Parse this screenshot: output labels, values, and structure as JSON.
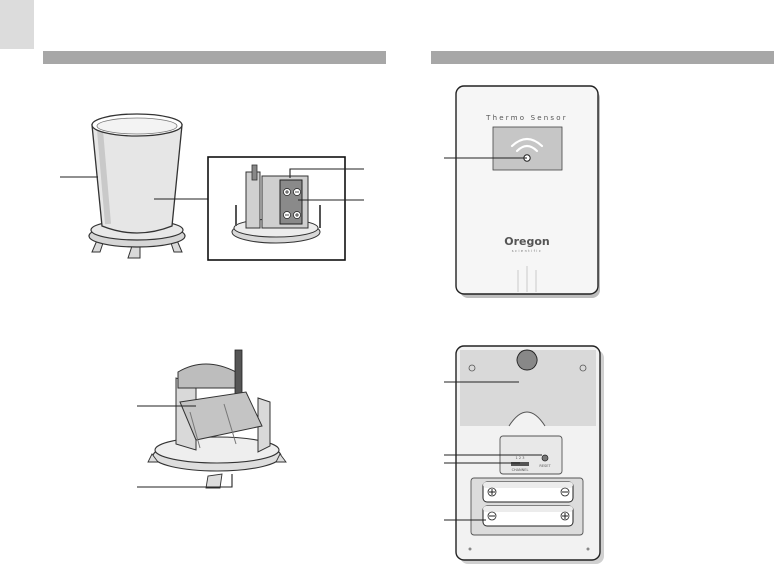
{
  "page": {
    "background": "#ffffff",
    "section_bar_color": "#a7a7a7",
    "corner_tab_color": "#dcdcdc"
  },
  "sensor_front": {
    "model_label": "Thermo Sensor",
    "brand": "Oregon",
    "brand_tagline": "scientific"
  },
  "sensor_back": {
    "channel_numbers": "1 2 3",
    "channel_label": "CHANNEL",
    "reset_label": "RESET"
  },
  "icons": [
    "battery-plus-icon",
    "battery-minus-icon",
    "wireless-signal-icon",
    "led-indicator-icon",
    "wall-mount-hole-icon"
  ]
}
